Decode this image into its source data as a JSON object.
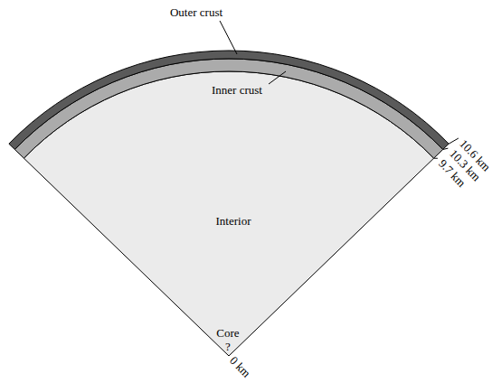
{
  "diagram": {
    "labels": [
      "Outer crust",
      "Inner crust",
      "Interior",
      "10.6 km",
      "10.3 km",
      "9.7 km",
      "Core",
      "?",
      "0 km"
    ]
  }
}
